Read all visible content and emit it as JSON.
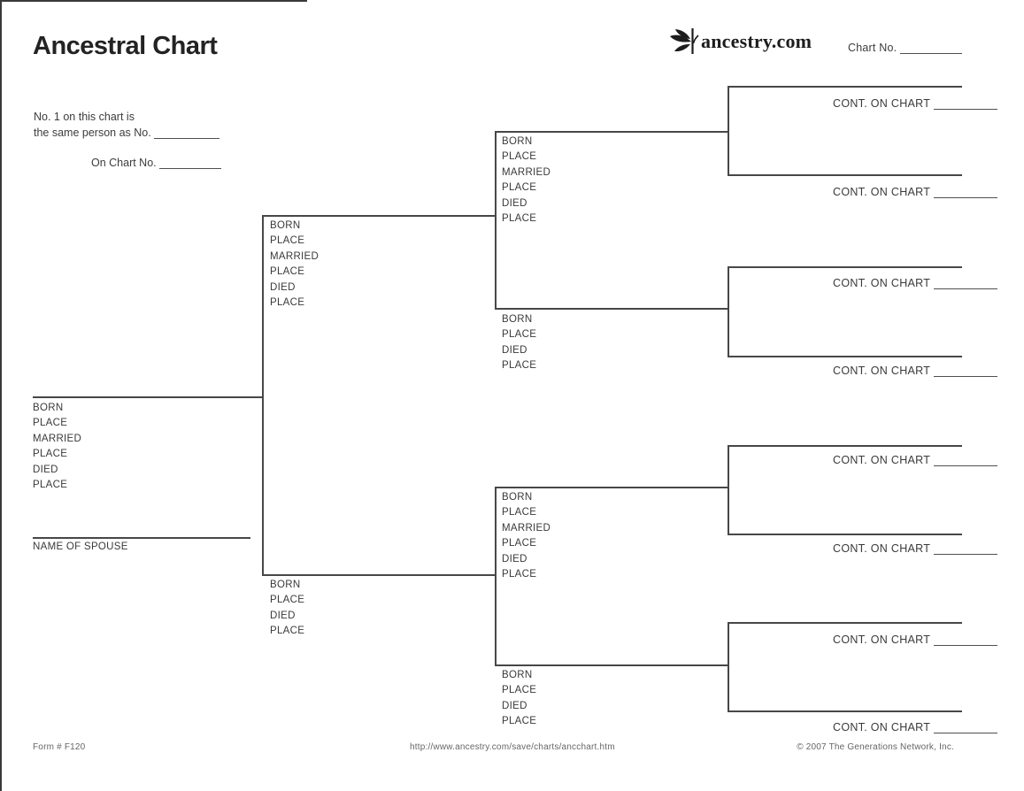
{
  "header": {
    "title": "Ancestral Chart",
    "logo_text": "ancestry.com",
    "chart_no_label": "Chart No."
  },
  "identity": {
    "line1": "No. 1 on this chart is",
    "line2": "the same person as No.",
    "line3": "On Chart No."
  },
  "persons": {
    "person1": {
      "fields": [
        "BORN",
        "PLACE",
        "MARRIED",
        "PLACE",
        "DIED",
        "PLACE"
      ],
      "spouse_label": "NAME OF SPOUSE"
    },
    "father": {
      "fields": [
        "BORN",
        "PLACE",
        "MARRIED",
        "PLACE",
        "DIED",
        "PLACE"
      ]
    },
    "mother": {
      "fields": [
        "BORN",
        "PLACE",
        "DIED",
        "PLACE"
      ]
    },
    "paternal_grandfather": {
      "fields": [
        "BORN",
        "PLACE",
        "MARRIED",
        "PLACE",
        "DIED",
        "PLACE"
      ]
    },
    "paternal_grandmother": {
      "fields": [
        "BORN",
        "PLACE",
        "DIED",
        "PLACE"
      ]
    },
    "maternal_grandfather": {
      "fields": [
        "BORN",
        "PLACE",
        "MARRIED",
        "PLACE",
        "DIED",
        "PLACE"
      ]
    },
    "maternal_grandmother": {
      "fields": [
        "BORN",
        "PLACE",
        "DIED",
        "PLACE"
      ]
    }
  },
  "continuation_label": "CONT. ON CHART",
  "footer": {
    "form_number": "Form # F120",
    "url": "http://www.ancestry.com/save/charts/ancchart.htm",
    "copyright": "© 2007 The Generations Network, Inc."
  }
}
